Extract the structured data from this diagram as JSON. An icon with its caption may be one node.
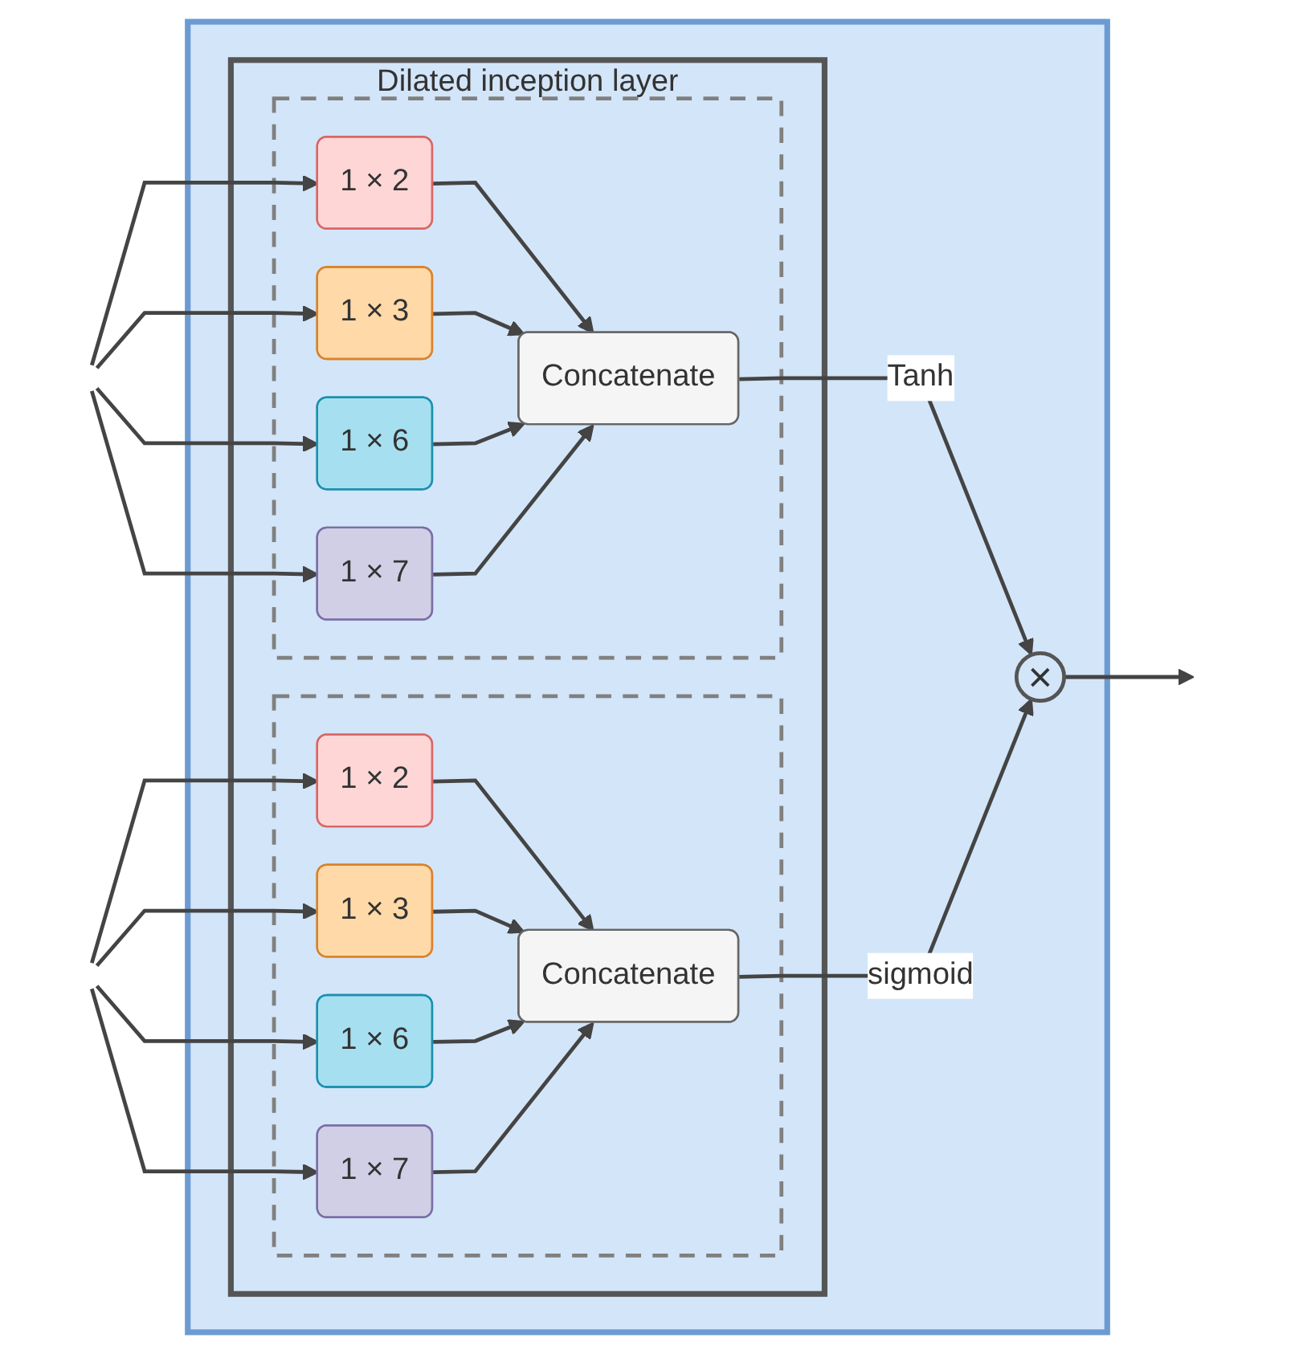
{
  "diagram": {
    "nodes": [
      {
        "text": [],
        "shape": "box"
      },
      {
        "text": [
          "Dilated inception layer"
        ],
        "in": 0
      },
      {
        "text": [],
        "shape": "box",
        "in": 1
      },
      {
        "text": [
          "1 × 2"
        ],
        "in": 2
      },
      {
        "text": [
          "1 × 3"
        ],
        "in": 2
      },
      {
        "text": [
          "1 × 6"
        ],
        "in": 2
      },
      {
        "text": [
          "1 × 7"
        ],
        "in": 2
      },
      {
        "text": [
          "Concatenate"
        ],
        "in": 2
      },
      {
        "text": [],
        "shape": "box",
        "in": 1
      },
      {
        "text": [
          "1 × 2"
        ],
        "in": 8
      },
      {
        "text": [
          "1 × 3"
        ],
        "in": 8
      },
      {
        "text": [
          "1 × 6"
        ],
        "in": 8
      },
      {
        "text": [
          "1 × 7"
        ],
        "in": 8
      },
      {
        "text": [
          "Concatenate"
        ],
        "in": 8
      },
      {
        "text": [
          "×"
        ],
        "in": 0
      }
    ],
    "edges": [
      {
        "from": null,
        "to": 3,
        "arrow": "to"
      },
      {
        "from": null,
        "to": 4,
        "arrow": "to"
      },
      {
        "from": null,
        "to": 5,
        "arrow": "to"
      },
      {
        "from": null,
        "to": 6,
        "arrow": "to"
      },
      {
        "from": 3,
        "to": 7,
        "arrow": "to"
      },
      {
        "from": 4,
        "to": 7,
        "arrow": "to"
      },
      {
        "from": 5,
        "to": 7,
        "arrow": "to"
      },
      {
        "from": 6,
        "to": 7,
        "arrow": "to"
      },
      {
        "from": null,
        "to": 9,
        "arrow": "to"
      },
      {
        "from": null,
        "to": 10,
        "arrow": "to"
      },
      {
        "from": null,
        "to": 11,
        "arrow": "to"
      },
      {
        "from": null,
        "to": 12,
        "arrow": "to"
      },
      {
        "from": 9,
        "to": 13,
        "arrow": "to"
      },
      {
        "from": 10,
        "to": 13,
        "arrow": "to"
      },
      {
        "from": 11,
        "to": 13,
        "arrow": "to"
      },
      {
        "from": 12,
        "to": 13,
        "arrow": "to"
      },
      {
        "from": 7,
        "to": 14,
        "arrow": "to",
        "label": "Tanh"
      },
      {
        "from": 13,
        "to": 14,
        "arrow": "to",
        "label": "sigmoid"
      },
      {
        "from": 14,
        "to": null,
        "arrow": "to"
      }
    ]
  }
}
